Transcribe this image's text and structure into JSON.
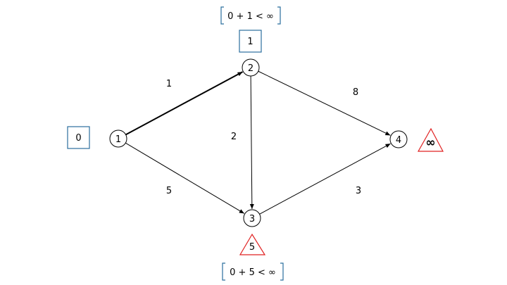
{
  "graph": {
    "nodes": [
      {
        "id": "1",
        "label": "1"
      },
      {
        "id": "2",
        "label": "2"
      },
      {
        "id": "3",
        "label": "3"
      },
      {
        "id": "4",
        "label": "4"
      }
    ],
    "edges": [
      {
        "from": "1",
        "to": "2",
        "weight": "1",
        "highlight": true
      },
      {
        "from": "1",
        "to": "3",
        "weight": "5",
        "highlight": false
      },
      {
        "from": "2",
        "to": "3",
        "weight": "2",
        "highlight": false
      },
      {
        "from": "2",
        "to": "4",
        "weight": "8",
        "highlight": false
      },
      {
        "from": "3",
        "to": "4",
        "weight": "3",
        "highlight": false
      }
    ]
  },
  "distances": {
    "node1": "0",
    "node2": "1",
    "node3": "5",
    "node4": "∞"
  },
  "formulas": {
    "top": "0 + 1 < ∞",
    "bottom": "0 + 5 < ∞"
  },
  "colors": {
    "finalized_box": "#2b6f9e",
    "tentative_triangle": "#e02020",
    "bracket": "#2b6f9e",
    "edge": "#000000"
  }
}
